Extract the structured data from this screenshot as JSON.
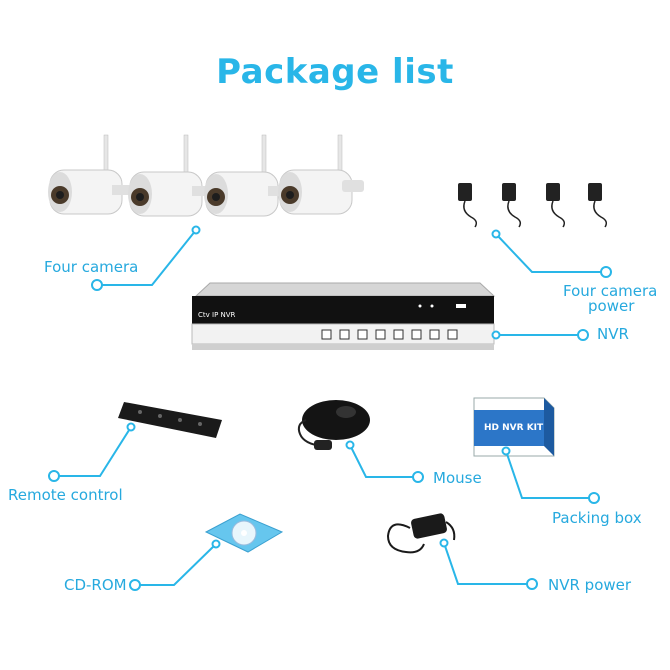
{
  "title": "Package list",
  "accent_color": "#29b6e8",
  "items": {
    "four_camera": "Four camera",
    "four_camera_power_line1": "Four camera",
    "four_camera_power_line2": "power",
    "nvr": "NVR",
    "remote_control": "Remote control",
    "mouse": "Mouse",
    "packing_box": "Packing box",
    "cd_rom": "CD-ROM",
    "nvr_power": "NVR power"
  },
  "nvr_device": {
    "brand_text": "Ctv IP NVR"
  },
  "box_label": "HD NVR KIT"
}
